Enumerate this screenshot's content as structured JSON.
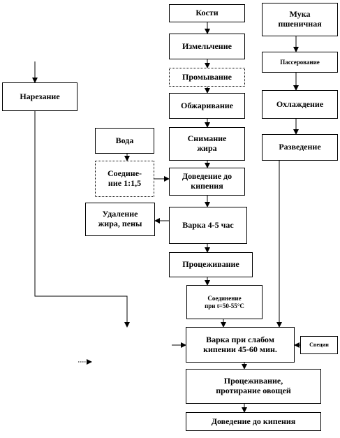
{
  "nodes": {
    "kosti": "Кости",
    "izmelchenie": "Измельчение",
    "promyvanie": "Промывание",
    "obzharivanie": "Обжаривание",
    "snyatie_zhira": "Снимание\nжира",
    "dovedenie_kipenie": "Доведение до\nкипения",
    "varka": "Варка 4-5 час",
    "procezhivanie": "Процеживание",
    "soedinenie_temp": "Соединение\nпри t=50-55°C",
    "varka_slabom": "Варка при слабом\nкипении  45-60 мин.",
    "procezhivanie_protiranie": "Процеживание,\nпротирание  овощей",
    "dovedenie_final": "Доведение до кипения",
    "voda": "Вода",
    "soedinenie_ratio": "Соедине-\nние 1:1,5",
    "udalenie": "Удаление\nжира, пены",
    "muka": "Мука\nпшеничная",
    "passerovanie": "Пассерование",
    "ohlazhdenie": "Охлаждение",
    "razvedenie": "Разведение",
    "narezanie": "Нарезание",
    "specii": "Специи"
  }
}
